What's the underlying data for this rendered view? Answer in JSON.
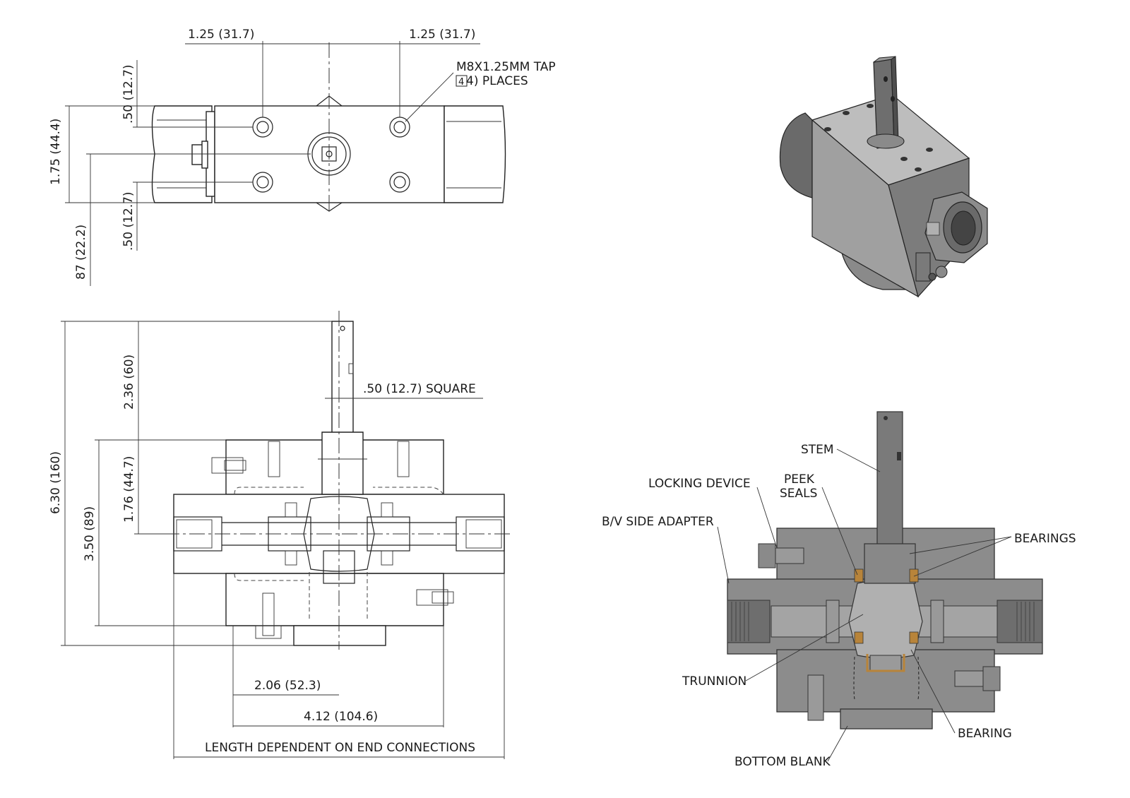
{
  "top_view": {
    "dim_left_width": "1.25 (31.7)",
    "dim_right_width": "1.25 (31.7)",
    "tap_note_line1": "M8X1.25MM TAP",
    "tap_note_line2": "4) PLACES",
    "tap_note_count": "4",
    "dim_upper_offset": ".50 (12.7)",
    "dim_body_height": "1.75 (44.4)",
    "dim_lower_offset": ".50 (12.7)",
    "dim_center_offset": "87 (22.2)"
  },
  "front_view": {
    "dim_overall_height": "6.30 (160)",
    "dim_stem_height": "2.36 (60)",
    "dim_stem_square": ".50 (12.7) SQUARE",
    "dim_center_height": "1.76 (44.7)",
    "dim_body_height": "3.50 (89)",
    "dim_half_width": "2.06 (52.3)",
    "dim_body_width": "4.12 (104.6)",
    "dim_length_note": "LENGTH DEPENDENT ON END CONNECTIONS"
  },
  "section_view": {
    "labels": {
      "stem": "STEM",
      "locking_device": "LOCKING DEVICE",
      "peek_seals_line1": "PEEK",
      "peek_seals_line2": "SEALS",
      "bv_side_adapter": "B/V SIDE ADAPTER",
      "bearings": "BEARINGS",
      "trunnion": "TRUNNION",
      "bearing": "BEARING",
      "bottom_blank": "BOTTOM BLANK"
    }
  },
  "colors": {
    "line": "#222222",
    "section_fill": "#8c8c8c",
    "section_dark": "#6e6e6e",
    "iso_light": "#b4b4b4",
    "iso_mid": "#9a9a9a",
    "iso_dark": "#6a6a6a",
    "seal_color": "#b8843a"
  }
}
